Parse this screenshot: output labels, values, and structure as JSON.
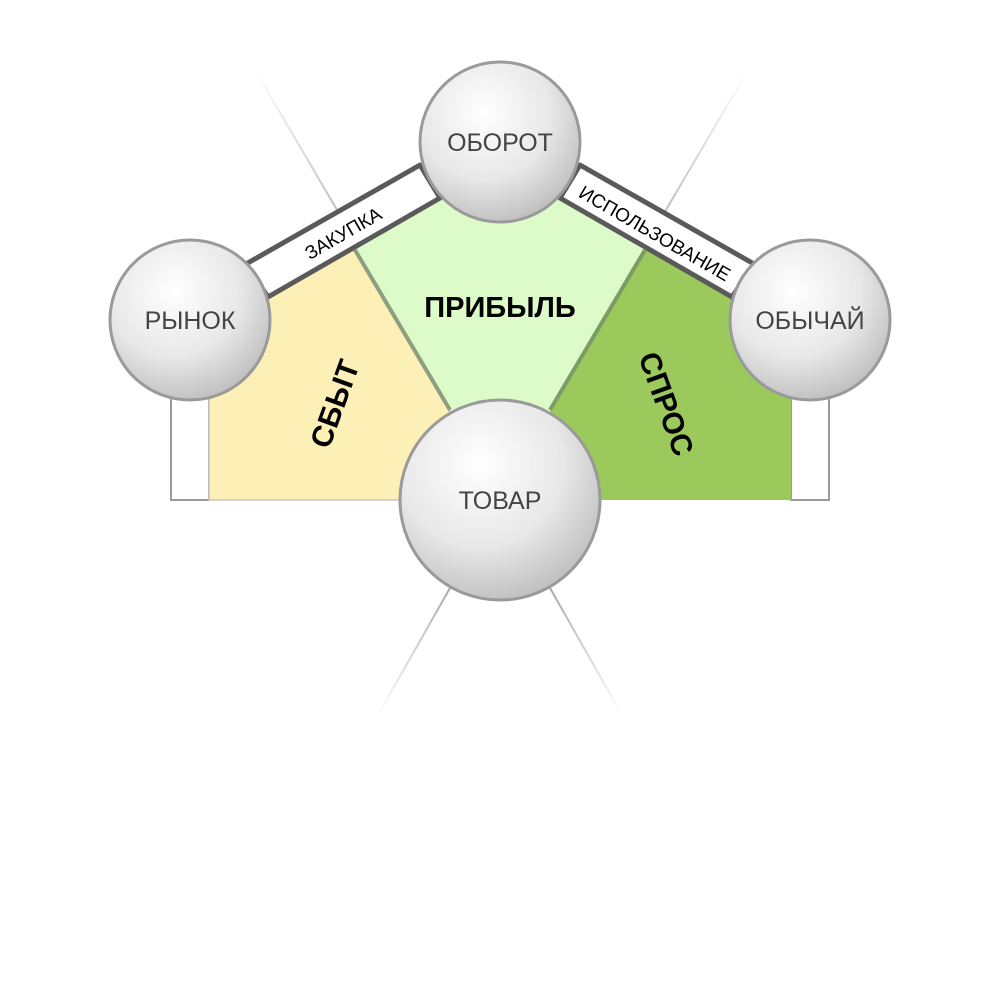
{
  "diagram": {
    "nodes": {
      "turnover": "ОБОРОТ",
      "market": "РЫНОК",
      "custom": "ОБЫЧАЙ",
      "goods": "ТОВАР"
    },
    "regions": {
      "profit": "ПРИБЫЛЬ",
      "sales": "СБЫТ",
      "demand": "СПРОС"
    },
    "bands": {
      "purchase": "ЗАКУПКА",
      "usage": "ИСПОЛЬЗОВАНИЕ"
    },
    "colors": {
      "sales_fill": "#fdf0b6",
      "profit_fill": "#dcfbc8",
      "demand_fill": "#9bc95b",
      "node_fill": "#e0e0e0",
      "node_stroke": "#9a9a9a",
      "band_stroke": "#5a5a5a"
    }
  }
}
